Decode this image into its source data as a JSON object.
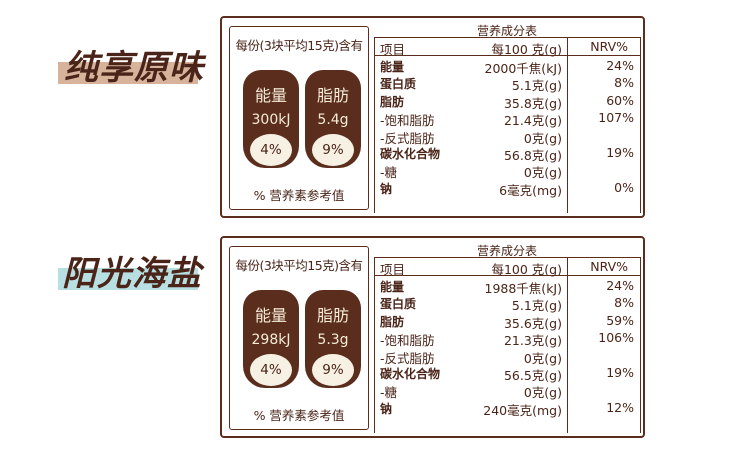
{
  "products": [
    {
      "flavor": "纯享原味",
      "band_color": "#d6b39a",
      "badge": {
        "title": "每份(3块平均15克)含有",
        "energy": {
          "name": "能量",
          "value": "300kJ",
          "pct": "4%"
        },
        "fat": {
          "name": "脂肪",
          "value": "5.4g",
          "pct": "9%"
        },
        "footer": "% 营养素参考值"
      },
      "table": {
        "title": "营养成分表",
        "headers": {
          "item": "项目",
          "per": "每100 克(g)",
          "nrv": "NRV%"
        },
        "rows": [
          {
            "name": "能量",
            "per": "2000千焦(kJ)",
            "nrv": "24%"
          },
          {
            "name": "蛋白质",
            "per": "5.1克(g)",
            "nrv": "8%"
          },
          {
            "name": "脂肪",
            "per": "35.8克(g)",
            "nrv": "60%"
          },
          {
            "name": "-饱和脂肪",
            "per": "21.4克(g)",
            "nrv": "107%"
          },
          {
            "name": "-反式脂肪",
            "per": "0克(g)",
            "nrv": ""
          },
          {
            "name": "碳水化合物",
            "per": "56.8克(g)",
            "nrv": "19%"
          },
          {
            "name": "-糖",
            "per": "0克(g)",
            "nrv": ""
          },
          {
            "name": "钠",
            "per": "6毫克(mg)",
            "nrv": "0%"
          }
        ]
      }
    },
    {
      "flavor": "阳光海盐",
      "band_color": "#b8e0e2",
      "badge": {
        "title": "每份(3块平均15克)含有",
        "energy": {
          "name": "能量",
          "value": "298kJ",
          "pct": "4%"
        },
        "fat": {
          "name": "脂肪",
          "value": "5.3g",
          "pct": "9%"
        },
        "footer": "% 营养素参考值"
      },
      "table": {
        "title": "营养成分表",
        "headers": {
          "item": "项目",
          "per": "每100 克(g)",
          "nrv": "NRV%"
        },
        "rows": [
          {
            "name": "能量",
            "per": "1988千焦(kJ)",
            "nrv": "24%"
          },
          {
            "name": "蛋白质",
            "per": "5.1克(g)",
            "nrv": "8%"
          },
          {
            "name": "脂肪",
            "per": "35.6克(g)",
            "nrv": "59%"
          },
          {
            "name": "-饱和脂肪",
            "per": "21.3克(g)",
            "nrv": "106%"
          },
          {
            "name": "-反式脂肪",
            "per": "0克(g)",
            "nrv": ""
          },
          {
            "name": "碳水化合物",
            "per": "56.5克(g)",
            "nrv": "19%"
          },
          {
            "name": "-糖",
            "per": "0克(g)",
            "nrv": ""
          },
          {
            "name": "钠",
            "per": "240毫克(mg)",
            "nrv": "12%"
          }
        ]
      }
    }
  ]
}
